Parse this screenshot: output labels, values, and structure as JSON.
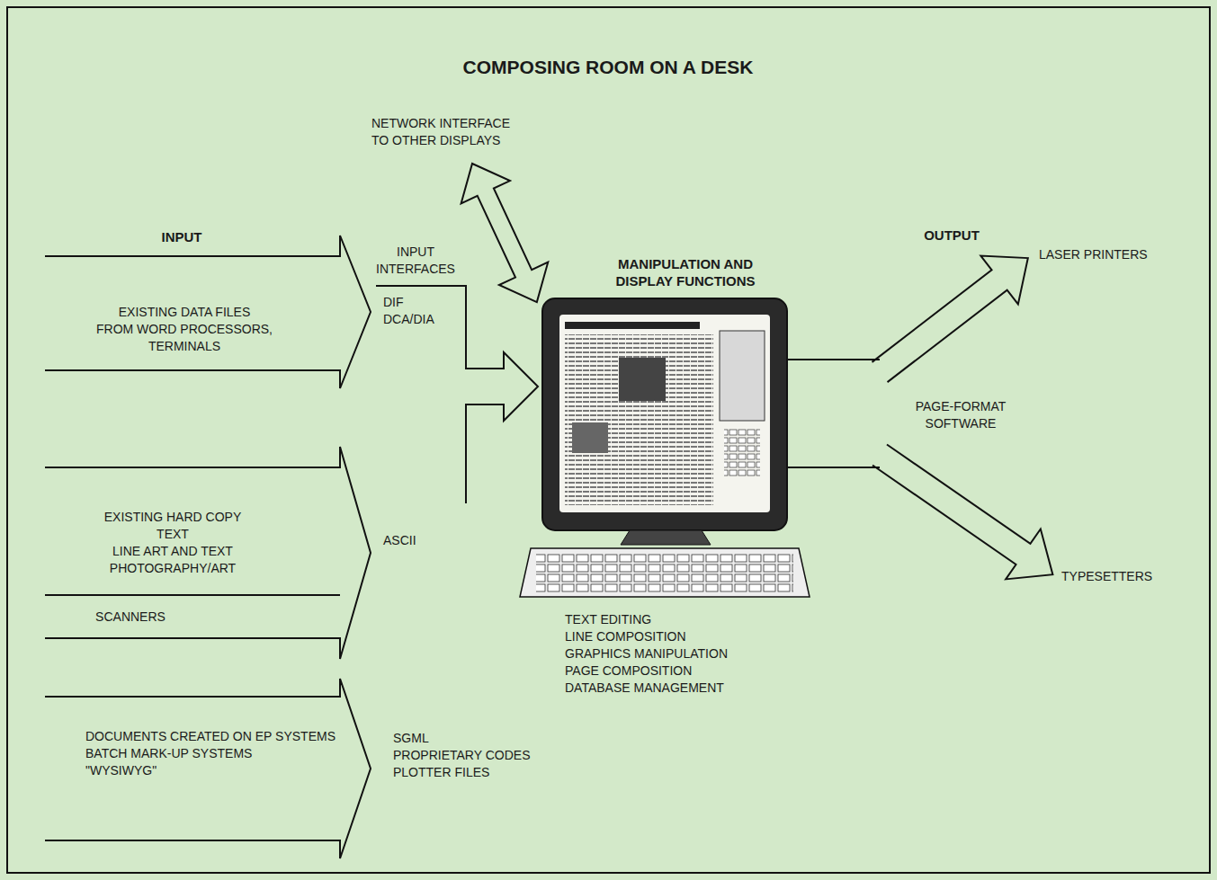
{
  "diagram": {
    "title": "COMPOSING ROOM ON A DESK",
    "nodes": [
      {
        "text": [
          "EXISTING DATA FILES FROM WORD PROCESSORS, TERMINALS"
        ]
      },
      {
        "text": [
          "EXISTING HARD COPY TEXT LINE ART AND TEXT PHOTOGRAPHY/ART"
        ]
      },
      {
        "text": [
          "SCANNERS"
        ]
      },
      {
        "text": [
          "DOCUMENTS CREATED ON EP SYSTEMS BATCH MARK-UP SYSTEMS \"WYSIWYG\""
        ]
      }
    ],
    "labels": [
      "INPUT",
      "NETWORK INTERFACE TO OTHER DISPLAYS",
      "INPUT INTERFACES",
      "DIF",
      "DCA/DIA",
      "ASCII",
      "SGML",
      "PROPRIETARY CODES",
      "PLOTTER FILES",
      "MANIPULATION AND DISPLAY FUNCTIONS",
      "TEXT EDITING",
      "LINE COMPOSITION",
      "GRAPHICS MANIPULATION",
      "PAGE COMPOSITION",
      "DATABASE MANAGEMENT",
      "OUTPUT",
      "LASER PRINTERS",
      "PAGE-FORMAT SOFTWARE",
      "TYPESETTERS"
    ]
  }
}
